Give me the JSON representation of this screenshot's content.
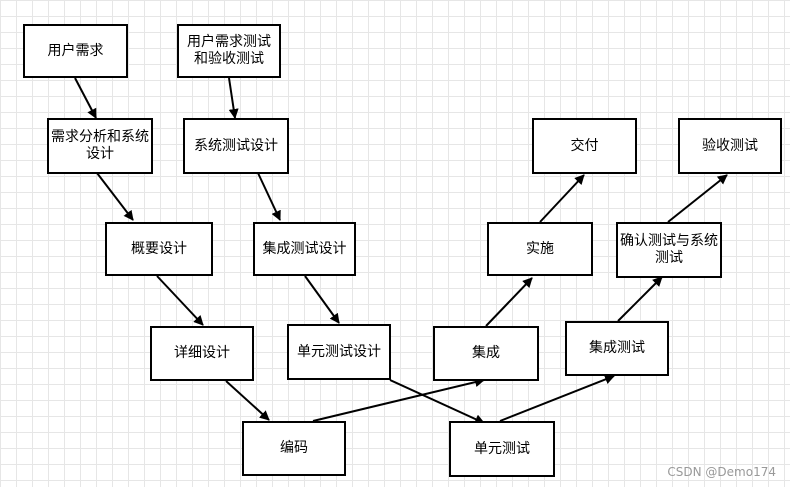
{
  "nodes": {
    "req": "用户需求",
    "req_test": "用户需求测试和验收测试",
    "analysis": "需求分析和系统设计",
    "sys_test_design": "系统测试设计",
    "overview": "概要设计",
    "int_test_design": "集成测试设计",
    "detail": "详细设计",
    "unit_test_design": "单元测试设计",
    "coding": "编码",
    "unit_test": "单元测试",
    "integration": "集成",
    "int_test": "集成测试",
    "impl": "实施",
    "confirm_test": "确认测试与系统测试",
    "deliver": "交付",
    "acceptance": "验收测试"
  },
  "watermark": "CSDN @Demo174"
}
